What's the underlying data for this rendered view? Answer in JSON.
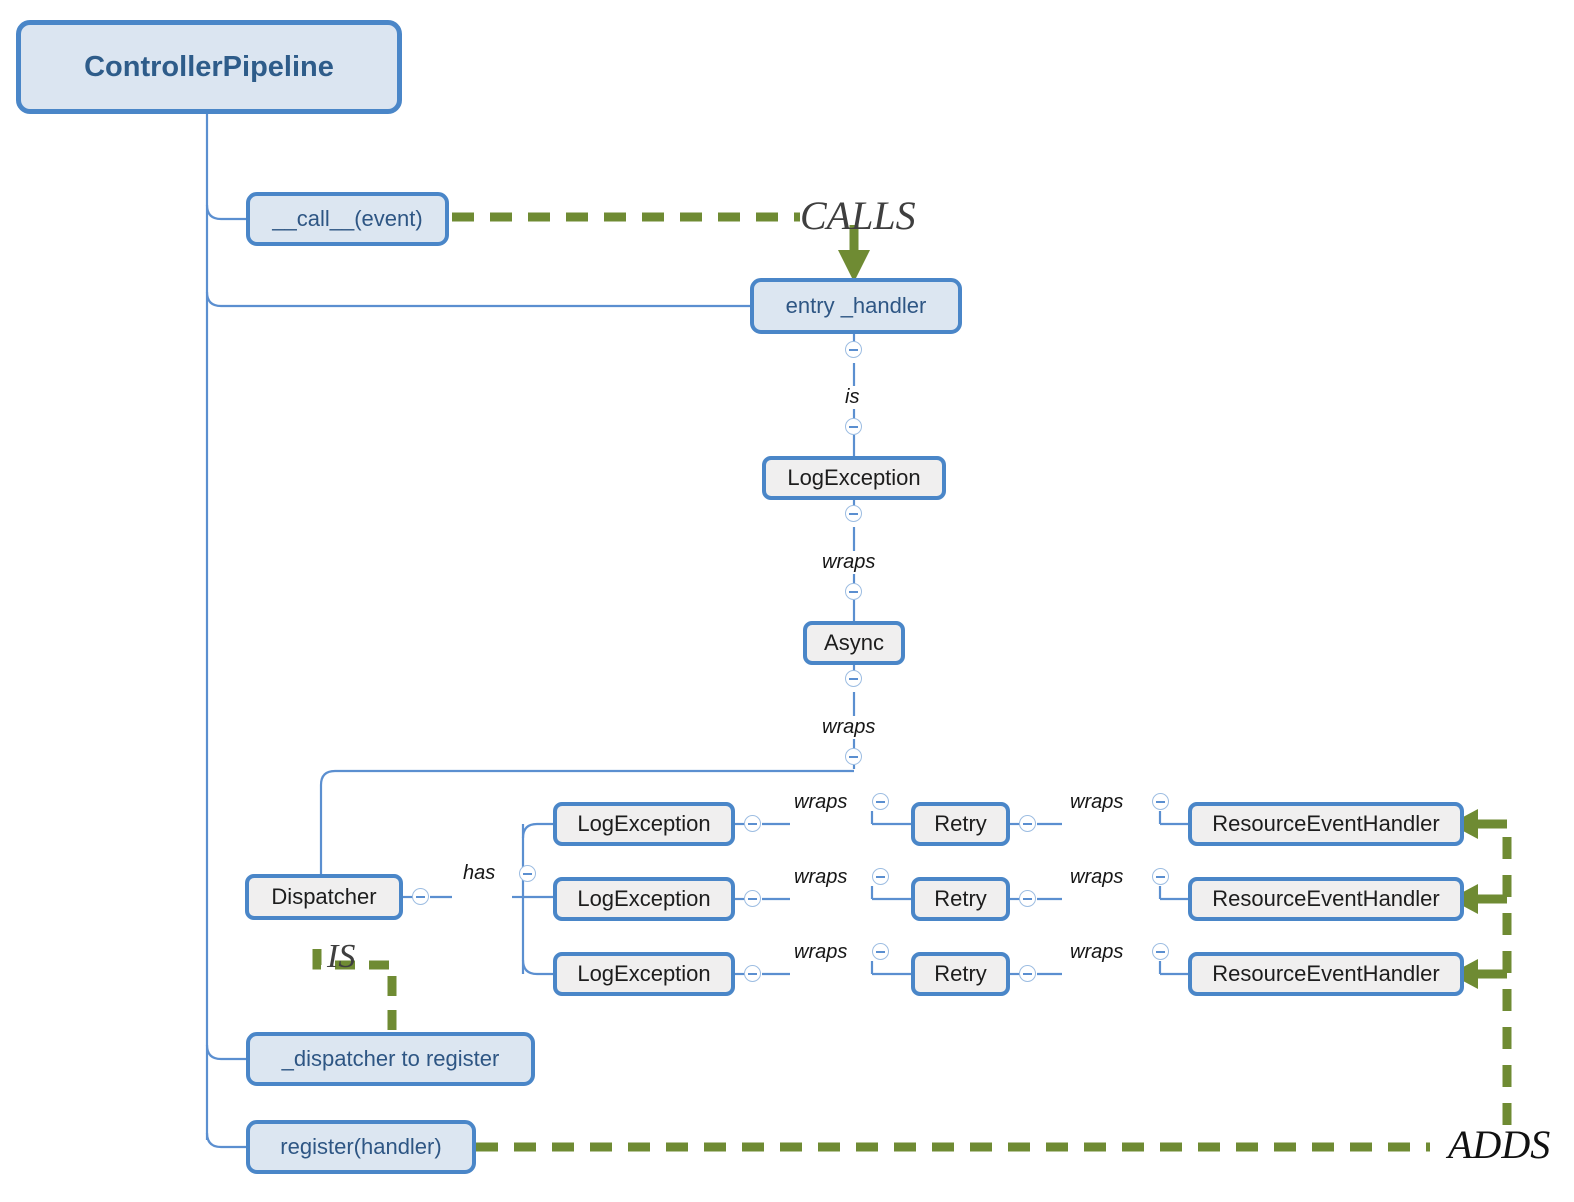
{
  "diagram": {
    "title": "ControllerPipeline",
    "type": "mindmap-uml-hybrid",
    "root": {
      "label": "ControllerPipeline"
    },
    "methods": [
      {
        "id": "call",
        "label": "__call__(event)"
      },
      {
        "id": "entry_handler",
        "label": "entry _handler"
      },
      {
        "id": "dispatcher_reg",
        "label": "_dispatcher to register"
      },
      {
        "id": "register",
        "label": "register(handler)"
      }
    ],
    "chain": [
      {
        "id": "chain-logexception",
        "label": "LogException"
      },
      {
        "id": "chain-async",
        "label": "Async"
      }
    ],
    "dispatcher": {
      "label": "Dispatcher"
    },
    "handler_rows": [
      {
        "log": "LogException",
        "retry": "Retry",
        "handler": "ResourceEventHandler"
      },
      {
        "log": "LogException",
        "retry": "Retry",
        "handler": "ResourceEventHandler"
      },
      {
        "log": "LogException",
        "retry": "Retry",
        "handler": "ResourceEventHandler"
      }
    ],
    "edge_labels": {
      "is": "is",
      "wraps": "wraps",
      "has": "has"
    },
    "relations": {
      "calls": "CALLS",
      "is_rel": "IS",
      "adds": "ADDS"
    },
    "colors": {
      "node_border": "#4a86c8",
      "node_blue_fill": "#dce6f1",
      "node_gray_fill": "#f0efef",
      "blue_text": "#2e5684",
      "wire": "#5b8fd0",
      "relation_green": "#6f8b33"
    }
  }
}
